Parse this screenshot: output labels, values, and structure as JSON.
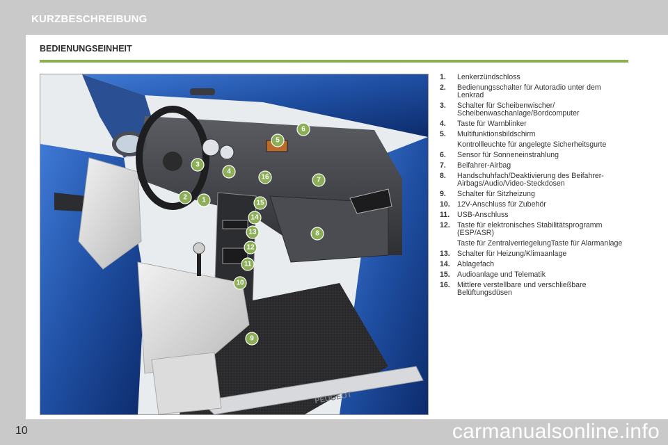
{
  "header": {
    "title": "KURZBESCHREIBUNG"
  },
  "section": {
    "title": "BEDIENUNGSEINHEIT"
  },
  "figure": {
    "callouts": [
      "1",
      "2",
      "3",
      "4",
      "5",
      "6",
      "7",
      "8",
      "9",
      "10",
      "11",
      "12",
      "13",
      "14",
      "15",
      "16"
    ],
    "sill_text": "PEUGEOT"
  },
  "legend": [
    {
      "num": "1.",
      "text": "Lenkerzündschloss"
    },
    {
      "num": "2.",
      "text": "Bedienungsschalter für Autoradio unter dem Lenkrad"
    },
    {
      "num": "3.",
      "text": "Schalter für Scheibenwischer/ Scheibenwaschanlage/Bordcomputer"
    },
    {
      "num": "4.",
      "text": "Taste für Warnblinker"
    },
    {
      "num": "5.",
      "text": "Multifunktionsbildschirm",
      "note": "Kontrollleuchte für angelegte Sicherheitsgurte"
    },
    {
      "num": "6.",
      "text": "Sensor für Sonneneinstrahlung"
    },
    {
      "num": "7.",
      "text": "Beifahrer-Airbag"
    },
    {
      "num": "8.",
      "text": "Handschuhfach/Deaktivierung des Beifahrer-Airbags/Audio/Video-Steckdosen"
    },
    {
      "num": "9.",
      "text": "Schalter für Sitzheizung"
    },
    {
      "num": "10.",
      "text": "12V-Anschluss für Zubehör"
    },
    {
      "num": "11.",
      "text": "USB-Anschluss"
    },
    {
      "num": "12.",
      "text": "Taste für elektronisches Stabilitätsprogramm (ESP/ASR)",
      "note": "Taste für ZentralverriegelungTaste für Alarmanlage"
    },
    {
      "num": "13.",
      "text": "Schalter für Heizung/Klimaanlage"
    },
    {
      "num": "14.",
      "text": "Ablagefach"
    },
    {
      "num": "15.",
      "text": "Audioanlage und Telematik"
    },
    {
      "num": "16.",
      "text": "Mittlere verstellbare und verschließbare Belüftungsdüsen"
    }
  ],
  "footer": {
    "page_number": "10",
    "watermark": "carmanualsonline.info"
  },
  "colors": {
    "accent_green": "#8cae56",
    "header_gray": "#c9c9c9",
    "car_blue": "#1f4fa3"
  }
}
